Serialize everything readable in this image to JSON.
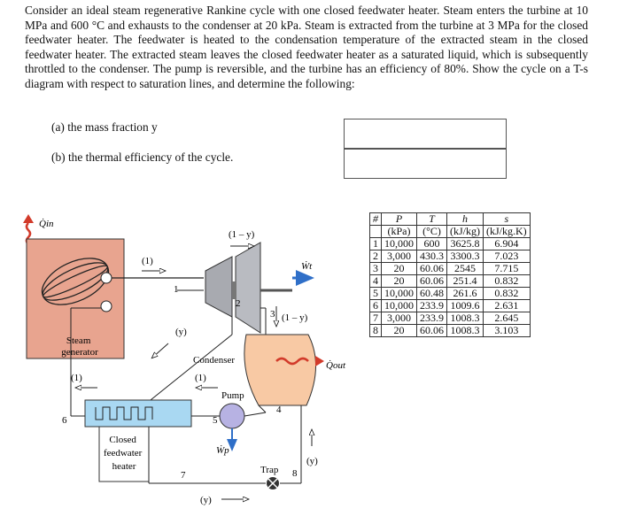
{
  "problem": {
    "text": "Consider an ideal steam regenerative Rankine cycle with one closed feedwater heater. Steam enters the turbine at 10 MPa and 600 °C and exhausts to the condenser at 20 kPa. Steam is extracted from the turbine at 3 MPa for the closed feedwater heater. The feedwater is heated to the condensation temperature of the extracted steam in the closed feedwater heater. The extracted steam leaves the closed feedwater heater as a saturated liquid, which is subsequently throttled to the condenser. The pump is reversible, and the turbine has an efficiency of 80%. Show the cycle on a T-s diagram with respect to saturation lines, and determine the following:"
  },
  "questions": {
    "a": "(a) the mass fraction y",
    "b": "(b) the thermal efficiency of the cycle."
  },
  "diagram": {
    "q_in": "Q̇in",
    "q_out": "Q̇out",
    "w_t": "Ẇt",
    "w_p": "Ẇp",
    "steam_generator": [
      "Steam",
      "generator"
    ],
    "condenser": "Condenser",
    "pump": "Pump",
    "trap": "Trap",
    "heater": [
      "Closed",
      "feedwater",
      "heater"
    ],
    "flow_1_top": "(1)",
    "flow_1_sg": "(1)",
    "flow_1_cond": "(1)",
    "flow_1my_top": "(1 – y)",
    "flow_1my_side": "(1 – y)",
    "flow_y": "(y)",
    "flow_y_trap": "(y)",
    "flow_y_bottom": "(y)",
    "states": [
      "1",
      "2",
      "3",
      "4",
      "5",
      "6",
      "7",
      "8"
    ]
  },
  "table": {
    "header1": [
      "#",
      "P",
      "T",
      "h",
      "s"
    ],
    "header2": [
      "",
      "(kPa)",
      "(°C)",
      "(kJ/kg)",
      "(kJ/kg.K)"
    ],
    "rows": [
      [
        "1",
        "10,000",
        "600",
        "3625.8",
        "6.904"
      ],
      [
        "2",
        "3,000",
        "430.3",
        "3300.3",
        "7.023"
      ],
      [
        "3",
        "20",
        "60.06",
        "2545",
        "7.715"
      ],
      [
        "4",
        "20",
        "60.06",
        "251.4",
        "0.832"
      ],
      [
        "5",
        "10,000",
        "60.48",
        "261.6",
        "0.832"
      ],
      [
        "6",
        "10,000",
        "233.9",
        "1009.6",
        "2.631"
      ],
      [
        "7",
        "3,000",
        "233.9",
        "1008.3",
        "2.645"
      ],
      [
        "8",
        "20",
        "60.06",
        "1008.3",
        "3.103"
      ]
    ]
  },
  "colors": {
    "steam_generator": "#e8a48f",
    "condenser": "#f8c9a4",
    "pump": "#b7b2e3",
    "heater": "#a9d8f2",
    "turbine": "#a8aab0",
    "arrow_blue": "#2f6fc8",
    "arrow_red": "#d23a2a"
  }
}
